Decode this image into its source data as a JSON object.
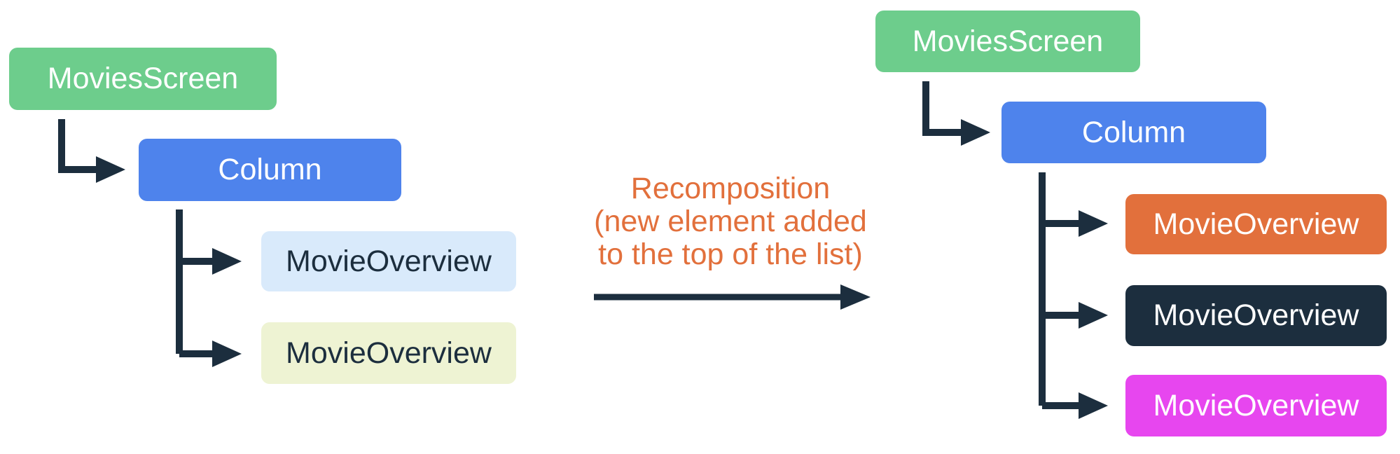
{
  "colors": {
    "green": "#6dcd8c",
    "blue": "#4e83ec",
    "light_blue": "#d9eafb",
    "cream": "#eef3d3",
    "orange": "#e2703c",
    "navy": "#1c2e3e",
    "magenta": "#e746ef",
    "dark": "#1c2e3e",
    "annotation_text": "#e2703c"
  },
  "left_tree": {
    "root": {
      "label": "MoviesScreen"
    },
    "column": {
      "label": "Column"
    },
    "children": [
      {
        "label": "MovieOverview"
      },
      {
        "label": "MovieOverview"
      }
    ]
  },
  "annotation": {
    "line1": "Recomposition",
    "line2": "(new element added",
    "line3": "to the top of the list)"
  },
  "right_tree": {
    "root": {
      "label": "MoviesScreen"
    },
    "column": {
      "label": "Column"
    },
    "children": [
      {
        "label": "MovieOverview"
      },
      {
        "label": "MovieOverview"
      },
      {
        "label": "MovieOverview"
      }
    ]
  }
}
